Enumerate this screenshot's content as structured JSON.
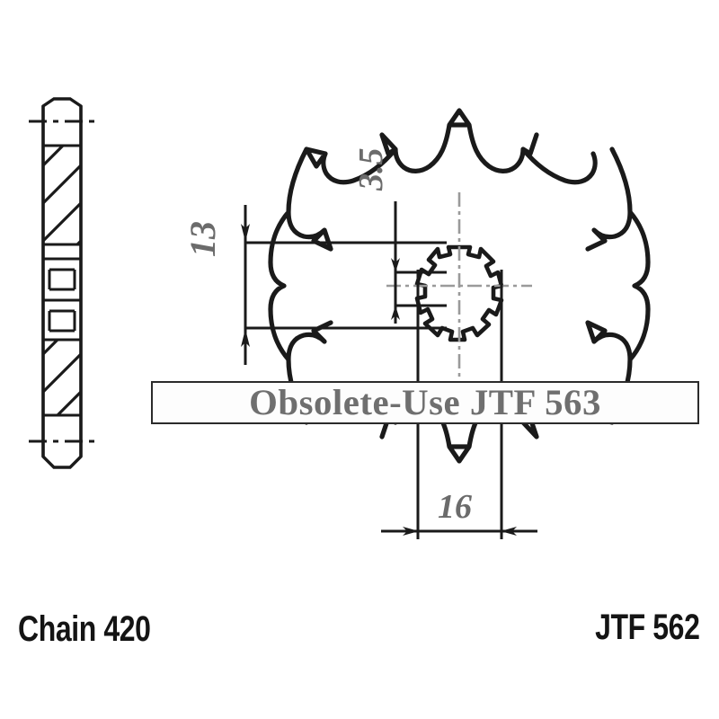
{
  "drawing": {
    "type": "engineering-drawing",
    "subject": "motorcycle front chain sprocket",
    "background_color": "#ffffff",
    "line_color": "#1a1a1a",
    "dimension_color": "#6b6b6b"
  },
  "banner": {
    "text": "Obsolete-Use JTF 563",
    "text_color": "#6f6f6f",
    "border_color": "#2b2b2b",
    "background_color": "#fdfdfd"
  },
  "dimensions": {
    "teeth_count": "13",
    "tooth_thickness": "3.5",
    "hub_width": "16"
  },
  "footer": {
    "chain": "Chain 420",
    "part_number": "JTF 562"
  },
  "views": {
    "side_section": {
      "name": "side-section-view",
      "description": "hatched vertical cross-section of sprocket"
    },
    "front": {
      "name": "front-view",
      "description": "front elevation showing teeth and splined hub"
    }
  }
}
